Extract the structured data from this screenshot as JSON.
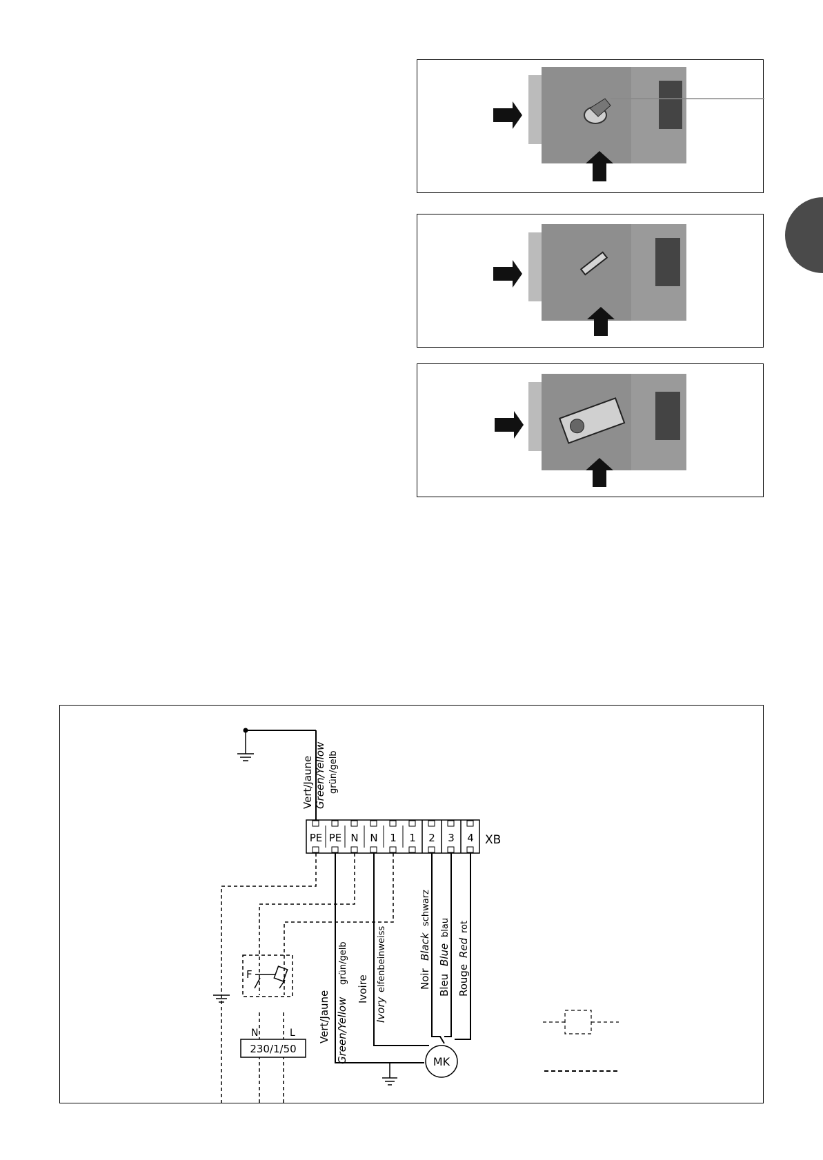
{
  "photos": [
    {
      "id": "photo-1",
      "detail": "actuator-knob"
    },
    {
      "id": "photo-2",
      "detail": "slot-indicator"
    },
    {
      "id": "photo-3",
      "detail": "actuator-mounted"
    }
  ],
  "diagram": {
    "terminals": [
      "PE",
      "PE",
      "N",
      "N",
      "1",
      "1",
      "2",
      "3",
      "4"
    ],
    "terminal_block_label": "XB",
    "earth_wire": {
      "fr": "Vert/Jaune",
      "en": "Green/Yellow",
      "de": "grün/gelb"
    },
    "wire_pe": {
      "fr": "Vert/Jaune",
      "en": "Green/Yellow",
      "de": "grün/gelb"
    },
    "wire_n": {
      "fr": "Ivoire",
      "en": "Ivory",
      "de": "elfenbeinweiss"
    },
    "wire_2": {
      "fr": "Noir",
      "en": "Black",
      "de": "schwarz"
    },
    "wire_3": {
      "fr": "Bleu",
      "en": "Blue",
      "de": "blau"
    },
    "wire_4": {
      "fr": "Rouge",
      "en": "Red",
      "de": "rot"
    },
    "fuse_label": "F",
    "supply_n": "N",
    "supply_l": "L",
    "supply_spec": "230/1/50",
    "motor_label": "MK"
  }
}
